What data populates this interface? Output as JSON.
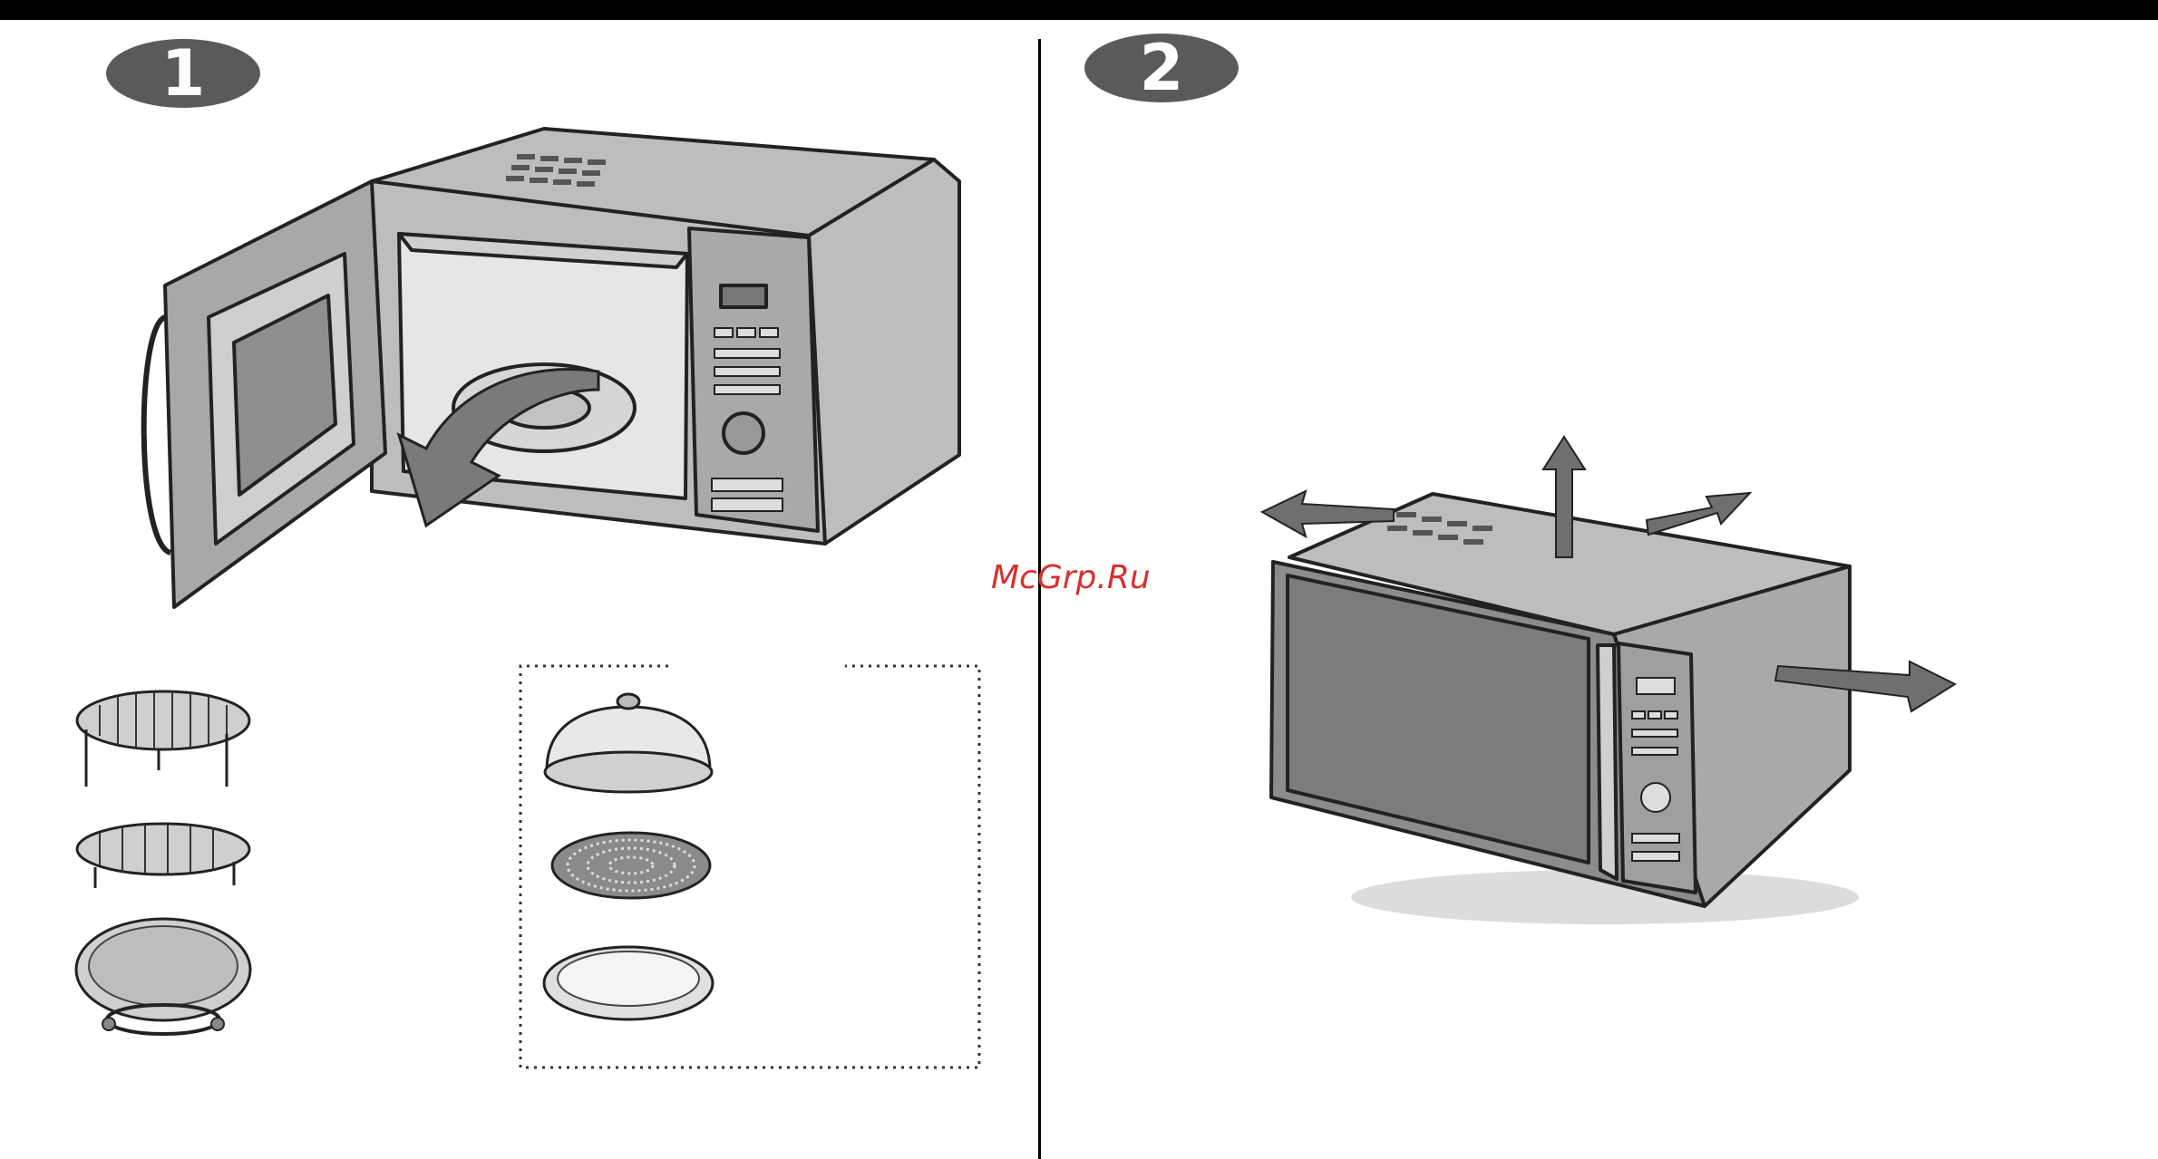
{
  "steps": {
    "step1": "1",
    "step2": "2"
  },
  "watermark": "McGrp.Ru",
  "colors": {
    "body": "#bdbdbd",
    "dark": "#8c8c8c",
    "line": "#222222",
    "arrow": "#6f6f6f",
    "badge": "#5a5a5a",
    "watermark": "#d9302c"
  },
  "accessories": {
    "standard": [
      "high-rack-icon",
      "low-rack-icon",
      "turntable-roller-ring-icon"
    ],
    "optional": [
      "dome-cover-icon",
      "crisp-plate-icon",
      "baking-tray-icon"
    ]
  },
  "clearance_arrows": [
    "left-arrow-icon",
    "up-arrow-icon",
    "back-arrow-icon",
    "right-arrow-icon"
  ]
}
